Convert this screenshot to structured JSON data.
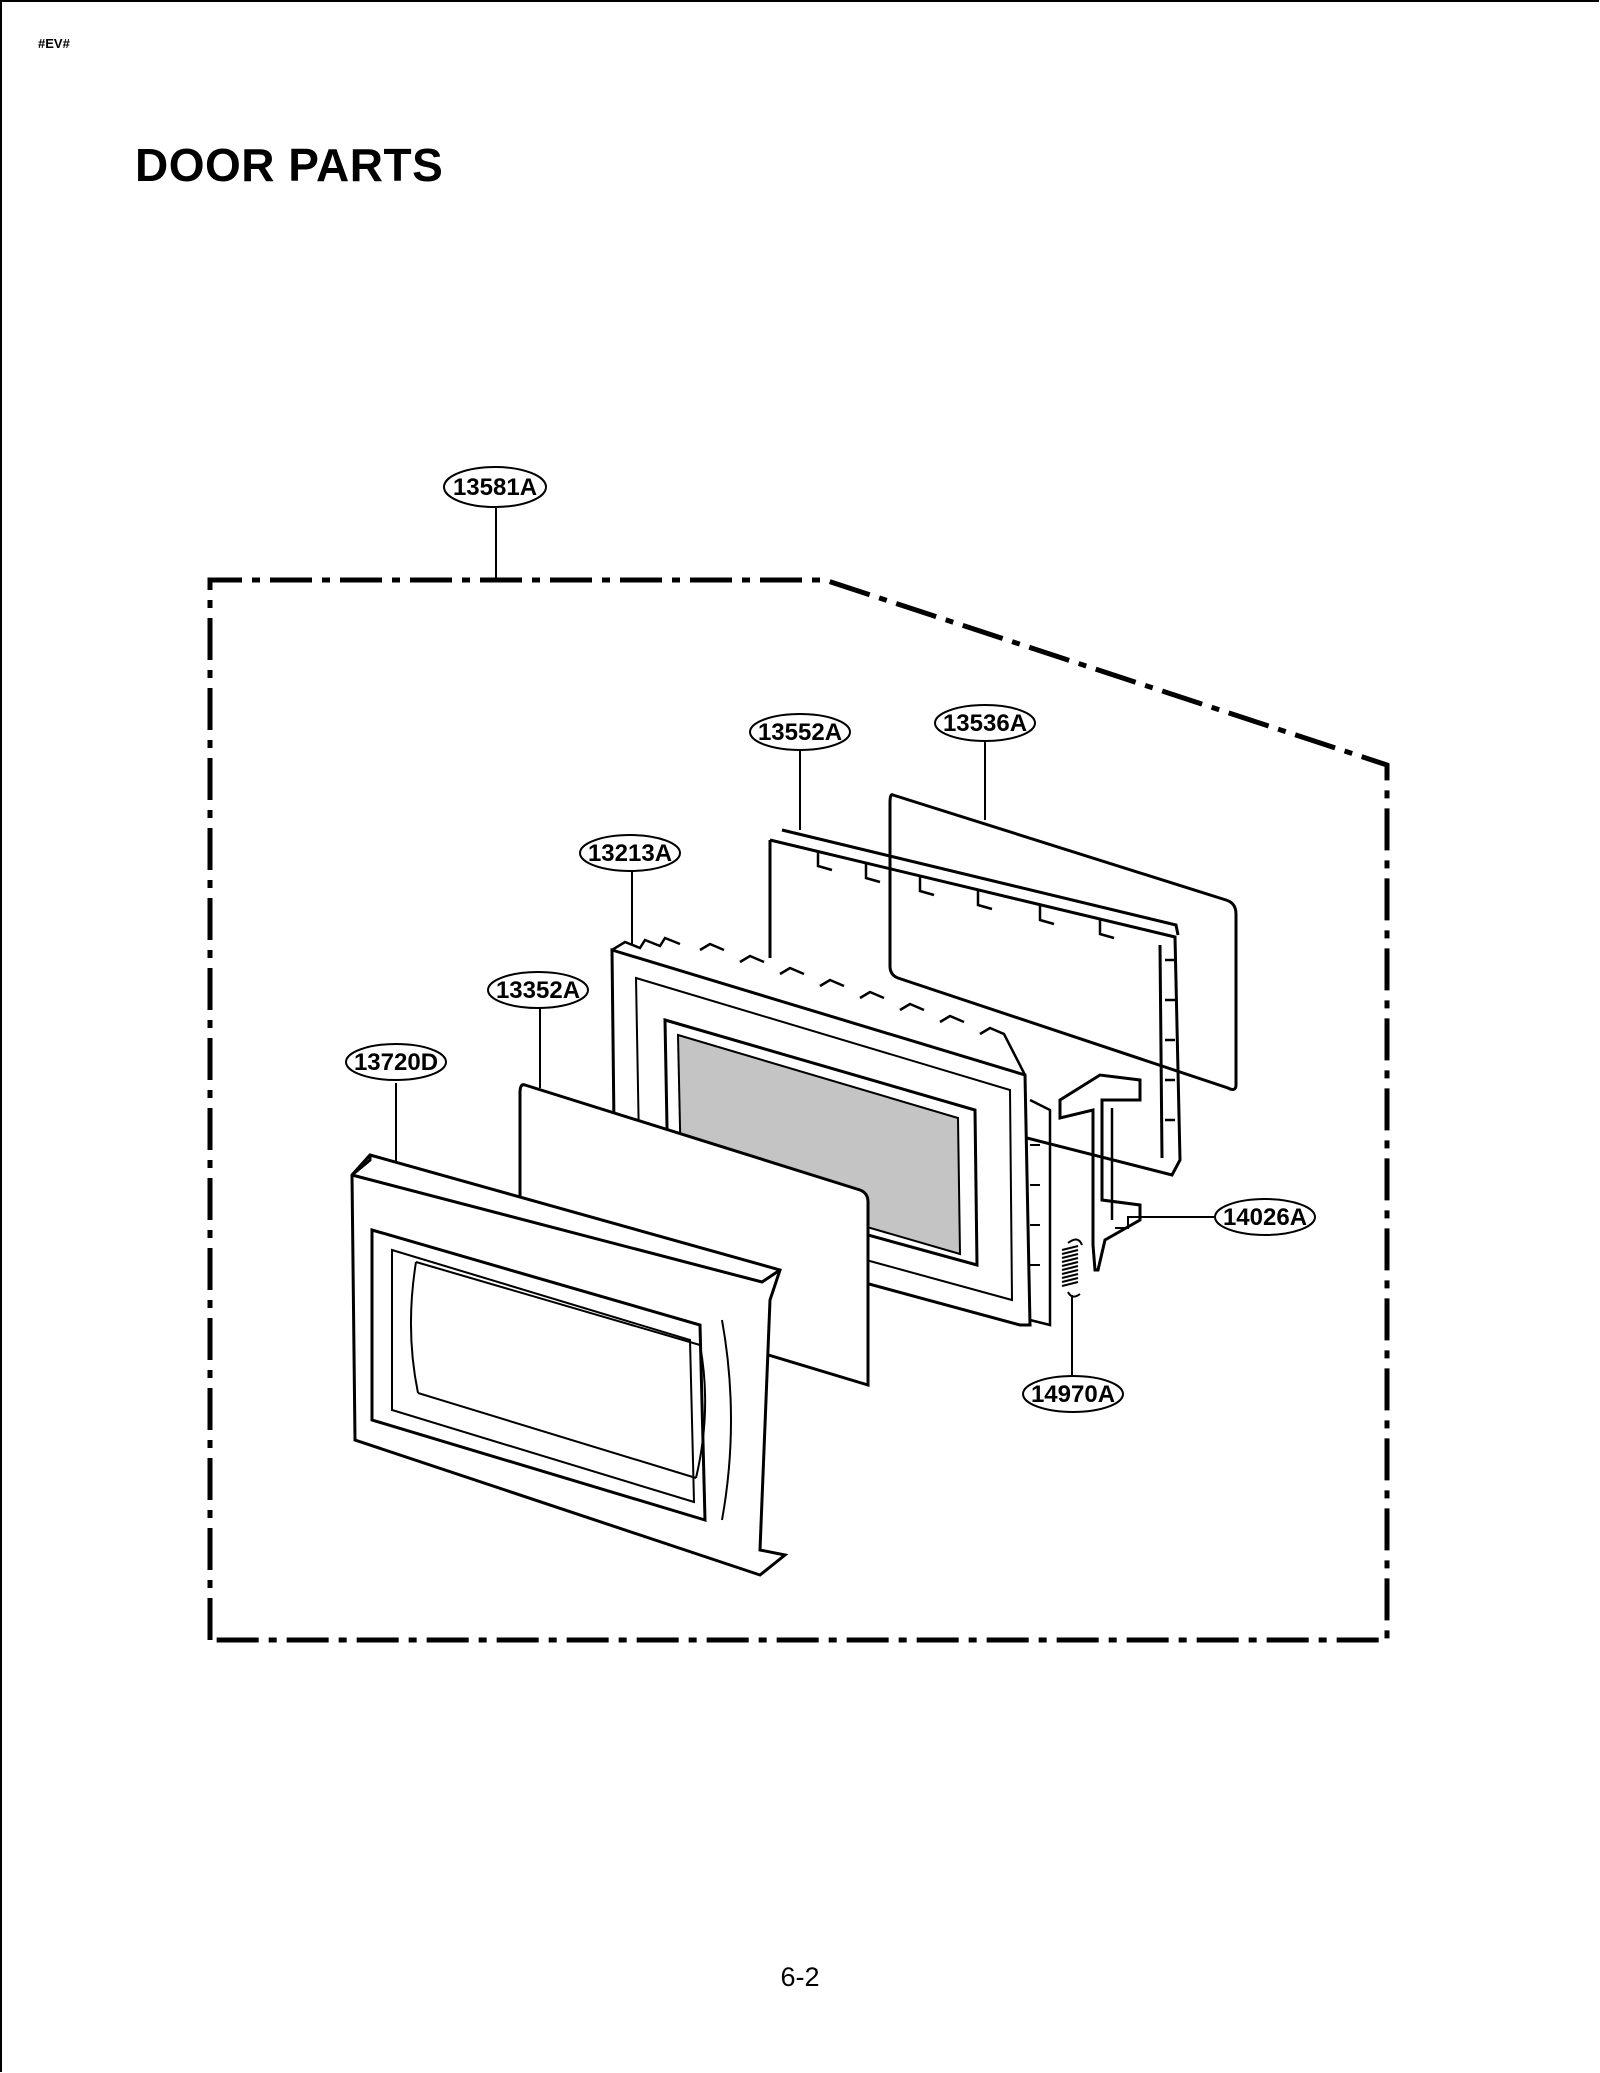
{
  "header": {
    "doc_code": "#EV#",
    "title": "DOOR PARTS"
  },
  "footer": {
    "page_number": "6-2"
  },
  "diagram": {
    "parts": {
      "assembly": "13581A",
      "door_frame": "13720D",
      "choke_cover_front": "13352A",
      "door_panel": "13213A",
      "choke_cover_rear": "13552A",
      "rear_cover": "13536A",
      "latch_hook": "14026A",
      "latch_spring": "14970A"
    }
  }
}
